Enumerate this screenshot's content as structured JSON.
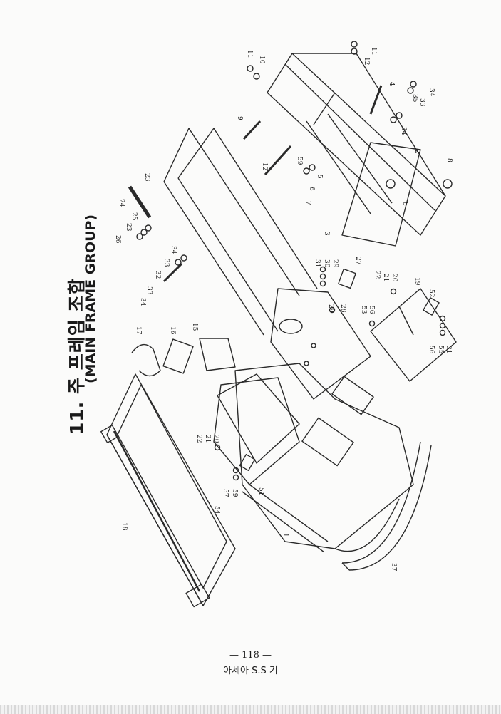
{
  "title": {
    "korean": "11. 주 프레임 조합",
    "english": "(MAIN FRAME GROUP)"
  },
  "footer": {
    "page": "— 118 —",
    "company": "아세아 S.S 기"
  },
  "part_labels": {
    "p1": "1",
    "p2": "2",
    "p3": "3",
    "p4": "4",
    "p5": "5",
    "p6": "6",
    "p7": "7",
    "p8a": "8",
    "p8b": "8",
    "p9": "9",
    "p10": "10",
    "p11a": "11",
    "p11b": "11",
    "p12a": "12",
    "p12b": "12",
    "p15": "15",
    "p16": "16",
    "p17": "17",
    "p18": "18",
    "p19": "19",
    "p20a": "20",
    "p20b": "20",
    "p21a": "21",
    "p21b": "21",
    "p22a": "22",
    "p22b": "22",
    "p23a": "23",
    "p23b": "23",
    "p24": "24",
    "p25": "25",
    "p26": "26",
    "p27": "27",
    "p28": "28",
    "p29a": "29",
    "p29b": "29",
    "p30": "30",
    "p31a": "31",
    "p31b": "31",
    "p32": "32",
    "p33a": "33",
    "p33b": "33",
    "p33c": "33",
    "p34a": "34",
    "p34b": "34",
    "p34c": "34",
    "p34d": "34",
    "p35": "35",
    "p37": "37",
    "p51": "51",
    "p52": "52",
    "p53": "53",
    "p54": "54",
    "p55": "55",
    "p56a": "56",
    "p56b": "56",
    "p57": "57",
    "p59a": "59",
    "p59b": "59"
  }
}
